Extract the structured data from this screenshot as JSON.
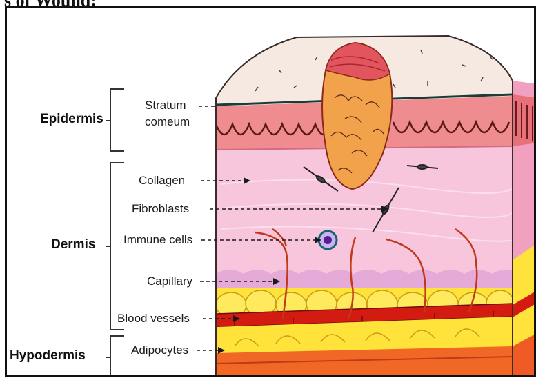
{
  "header": {
    "title_fragment": "s of Wound:"
  },
  "diagram": {
    "layers": [
      {
        "key": "epidermis",
        "label": "Epidermis"
      },
      {
        "key": "dermis",
        "label": "Dermis"
      },
      {
        "key": "hypodermis",
        "label": "Hypodermis"
      }
    ],
    "structures": {
      "stratum_line1": "Stratum",
      "stratum_line2": "comeum",
      "collagen": "Collagen",
      "fibroblasts": "Fibroblasts",
      "immune_cells": "Immune cells",
      "capillary": "Capillary",
      "blood_vessels": "Blood vessels",
      "adipocytes": "Adipocytes"
    },
    "colors": {
      "surface": "#f6e9e1",
      "epidermis_band": "#ee8c8f",
      "dermis": "#f7c6dc",
      "fat": "#ffe23a",
      "blood_vessel": "#d31b12",
      "wound": "#f2a24a"
    }
  }
}
